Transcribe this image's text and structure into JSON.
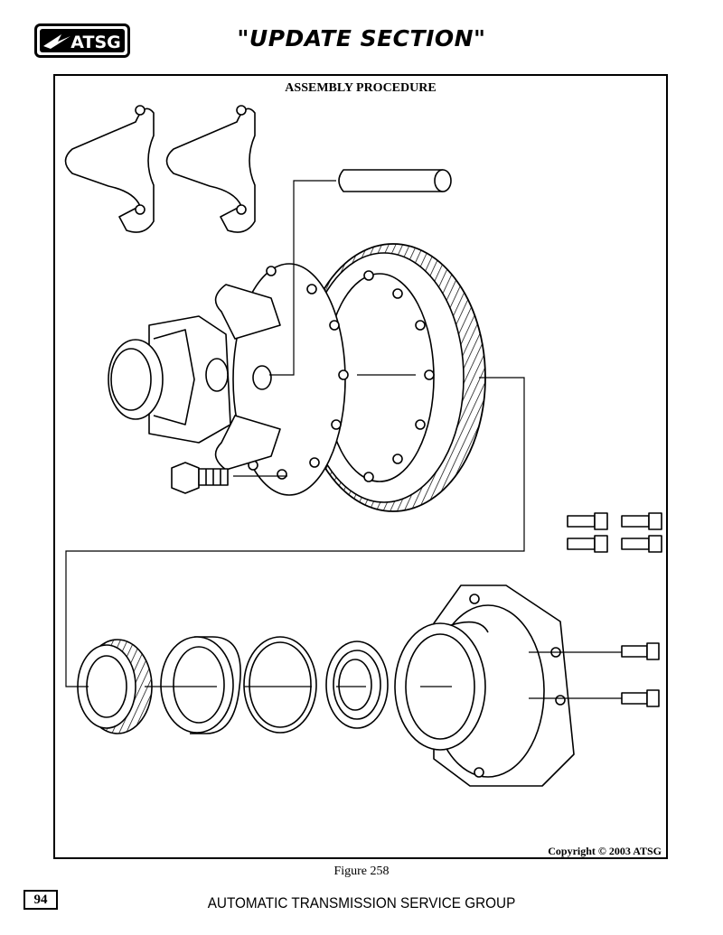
{
  "header": {
    "logo_text": "ATSG",
    "title": "\"UPDATE SECTION\""
  },
  "figure": {
    "section_title": "ASSEMBLY PROCEDURE",
    "copyright": "Copyright © 2003 ATSG",
    "caption": "Figure 258"
  },
  "footer": {
    "page_number": "94",
    "organization": "AUTOMATIC TRANSMISSION SERVICE GROUP"
  }
}
